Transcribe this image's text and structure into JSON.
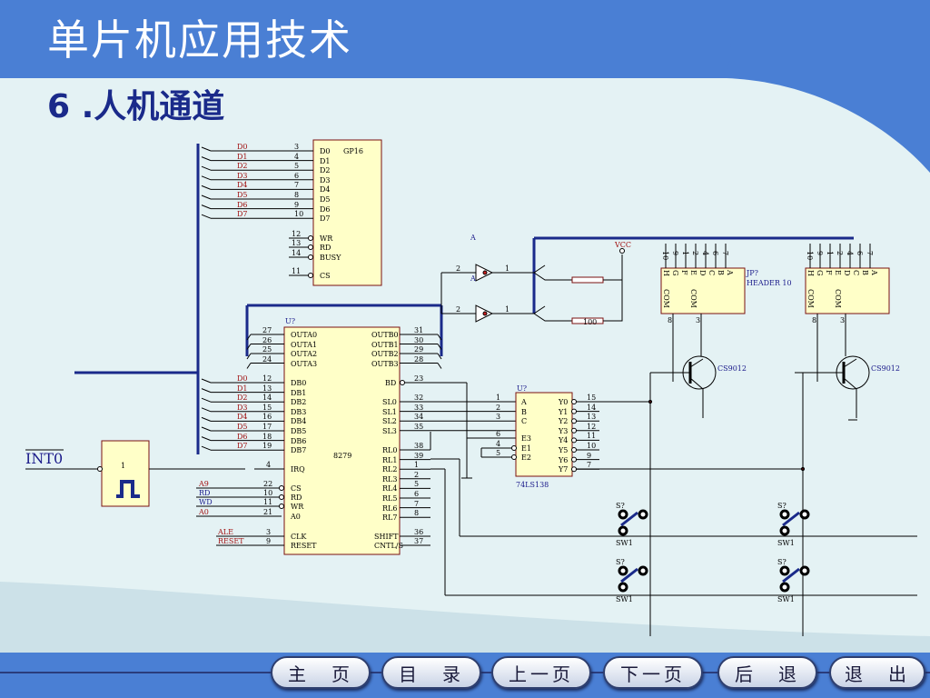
{
  "header": {
    "title": "单片机应用技术",
    "subtitle": "6 .人机通道"
  },
  "nav": [
    "主　页",
    "目　录",
    "上一页",
    "下一页",
    "后　退",
    "退　出"
  ],
  "schematic": {
    "gp16": {
      "name": "GP16",
      "bus": [
        "D0",
        "D1",
        "D2",
        "D3",
        "D4",
        "D5",
        "D6",
        "D7"
      ],
      "pins": [
        "3",
        "4",
        "5",
        "6",
        "7",
        "8",
        "9",
        "10"
      ],
      "inner": [
        "D0",
        "D1",
        "D2",
        "D3",
        "D4",
        "D5",
        "D6",
        "D7"
      ],
      "ctrl_pins": [
        "12",
        "13",
        "14",
        "11"
      ],
      "ctrl_names": [
        "WR",
        "RD",
        "BUSY",
        "CS"
      ]
    },
    "chip8279": {
      "ref": "U?",
      "name": "8279",
      "outa_pins": [
        "27",
        "26",
        "25",
        "24"
      ],
      "outa": [
        "OUTA0",
        "OUTA1",
        "OUTA2",
        "OUTA3"
      ],
      "outb_pins": [
        "31",
        "30",
        "29",
        "28"
      ],
      "outb": [
        "OUTB0",
        "OUTB1",
        "OUTB2",
        "OUTB3"
      ],
      "db_bus": [
        "D0",
        "D1",
        "D2",
        "D3",
        "D4",
        "D5",
        "D6",
        "D7"
      ],
      "db_pins": [
        "12",
        "13",
        "14",
        "15",
        "16",
        "17",
        "18",
        "19"
      ],
      "db": [
        "DB0",
        "DB1",
        "DB2",
        "DB3",
        "DB4",
        "DB5",
        "DB6",
        "DB7"
      ],
      "bd_pin": "23",
      "bd": "BD",
      "sl_pins": [
        "32",
        "33",
        "34",
        "35"
      ],
      "sl": [
        "SL0",
        "SL1",
        "SL2",
        "SL3"
      ],
      "irq_pin": "4",
      "irq": "IRQ",
      "ctrl_sig": [
        "A9",
        "RD",
        "WD",
        "A0"
      ],
      "ctrl_pins": [
        "22",
        "10",
        "11",
        "21"
      ],
      "ctrl_names": [
        "CS",
        "RD",
        "WR",
        "A0"
      ],
      "clk_sig": [
        "ALE",
        "RESET"
      ],
      "clk_pins": [
        "3",
        "9"
      ],
      "clk_names": [
        "CLK",
        "RESET"
      ],
      "rl_pins": [
        "38",
        "39",
        "1",
        "2",
        "5",
        "6",
        "7",
        "8"
      ],
      "rl": [
        "RL0",
        "RL1",
        "RL2",
        "RL3",
        "RL4",
        "RL5",
        "RL6",
        "RL7"
      ],
      "shift_pins": [
        "36",
        "37"
      ],
      "shift": [
        "SHIFT",
        "CNTL/S"
      ]
    },
    "dec138": {
      "ref": "U?",
      "name": "74LS138",
      "in_pins": [
        "1",
        "2",
        "3"
      ],
      "in": [
        "A",
        "B",
        "C"
      ],
      "en_pins": [
        "6",
        "4",
        "5"
      ],
      "en": [
        "E3",
        "E1",
        "E2"
      ],
      "y_pins": [
        "15",
        "14",
        "13",
        "12",
        "11",
        "10",
        "9",
        "7"
      ],
      "y": [
        "Y0",
        "Y1",
        "Y2",
        "Y3",
        "Y4",
        "Y5",
        "Y6",
        "Y7"
      ]
    },
    "int0": "INT0",
    "gate_num": "1",
    "buffer": {
      "label": "A",
      "in_pin": "2",
      "out_pin": "1"
    },
    "resistor": "100",
    "vcc": "VCC",
    "header": {
      "name": "JP?",
      "type": "HEADER 10",
      "top": [
        "10",
        "9",
        "1",
        "2",
        "4",
        "6",
        "7"
      ],
      "letters": [
        "H",
        "G",
        "F",
        "E",
        "D",
        "C",
        "B",
        "A"
      ],
      "com": "COM",
      "pins": [
        "8",
        "3"
      ]
    },
    "transistor": "CS9012",
    "switch": {
      "ref": "S?",
      "name": "SW1"
    }
  }
}
